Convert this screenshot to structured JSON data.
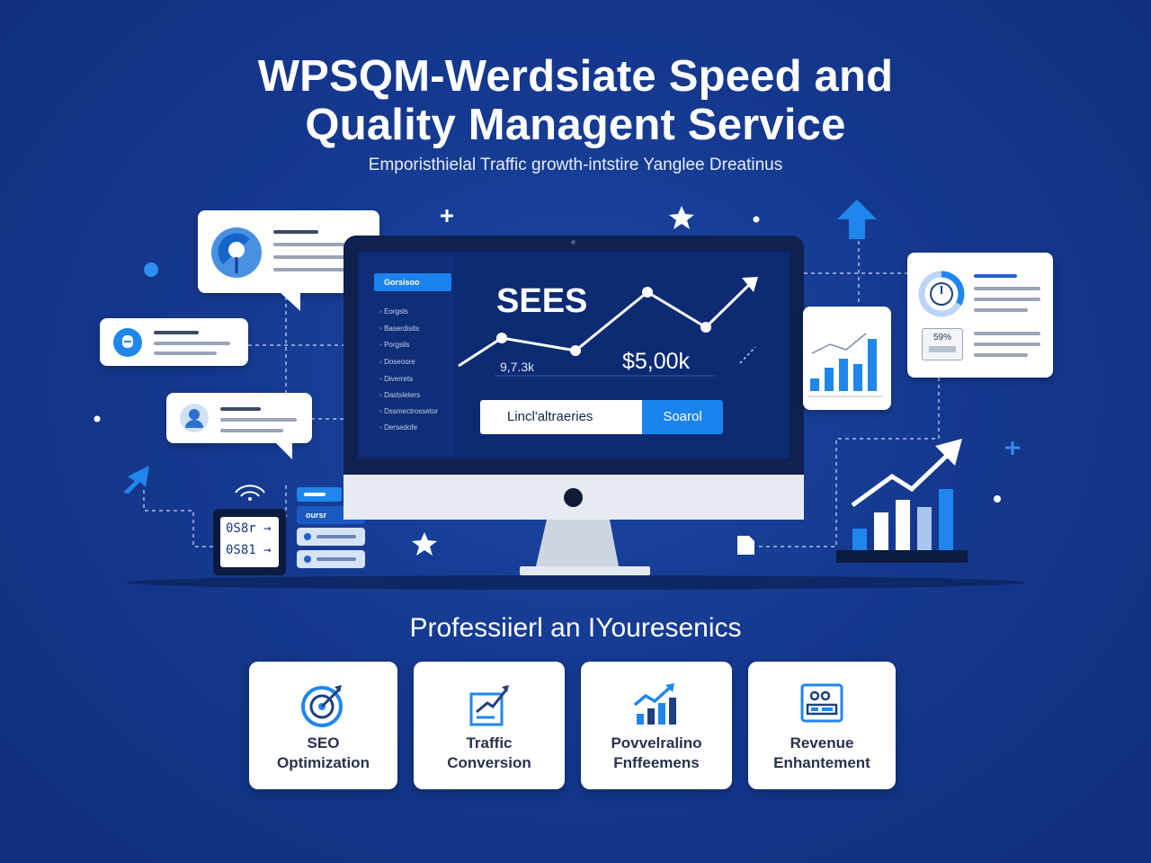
{
  "header": {
    "title_line1": "WPSQM-Werdsiate Speed and",
    "title_line2": "Quality Managent Service",
    "subtitle": "Emporisthielal Traffic growth-intstire Yanglee Dreatinus"
  },
  "monitor": {
    "menu_header": "Gorsisoo",
    "menu_items": [
      "Eorgsls",
      "Baserdisits",
      "Porgsils",
      "Doseoore",
      "Diverrets",
      "Dastsleters",
      "Dssmectrossetor",
      "Dersedofe"
    ],
    "chart_title": "SEES",
    "stat_left": "9,7.3k",
    "stat_right": "$5,00k",
    "search_placeholder": "Lincl'altraeries",
    "search_button": "Soarol"
  },
  "right_panel": {
    "badge": "59%"
  },
  "left_device": {
    "row1": "0S8r →",
    "row2": "0S81 →",
    "tag": "oursr"
  },
  "section_title": "Professiierl an IYouresenics",
  "services": [
    {
      "line1": "SEO",
      "line2": "Optimization",
      "icon": "target-icon"
    },
    {
      "line1": "Traffic",
      "line2": "Conversion",
      "icon": "traffic-chart-icon"
    },
    {
      "line1": "Povvelralino",
      "line2": "Fnffeemens",
      "icon": "growth-bars-icon"
    },
    {
      "line1": "Revenue",
      "line2": "Enhantement",
      "icon": "revenue-dashboard-icon"
    }
  ],
  "colors": {
    "background": "#13388a",
    "accent": "#1b83f0",
    "card": "#ffffff"
  }
}
